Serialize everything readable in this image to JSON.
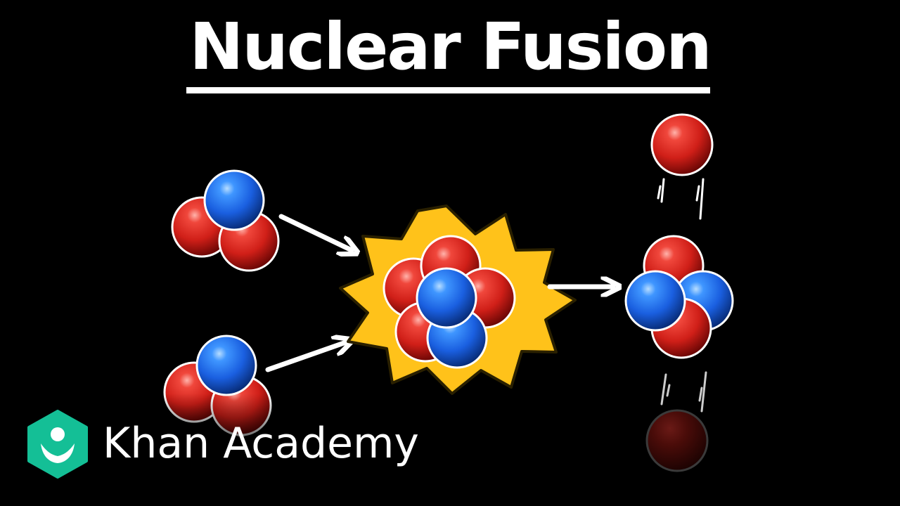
{
  "title": "Nuclear Fusion",
  "brand": {
    "name": "Khan Academy",
    "badge_color": "#14bf96"
  },
  "colors": {
    "background": "#000000",
    "proton": "#e0221b",
    "neutron": "#1c6cf0",
    "burst": "#ffc21a",
    "arrow": "#ffffff"
  },
  "diagram": {
    "inputs": [
      "deuterium-nucleus",
      "tritium-nucleus"
    ],
    "fusion_burst": "fusion-burst",
    "products": [
      "helium-nucleus",
      "ejected-neutron",
      "ejected-particle-faded"
    ]
  }
}
